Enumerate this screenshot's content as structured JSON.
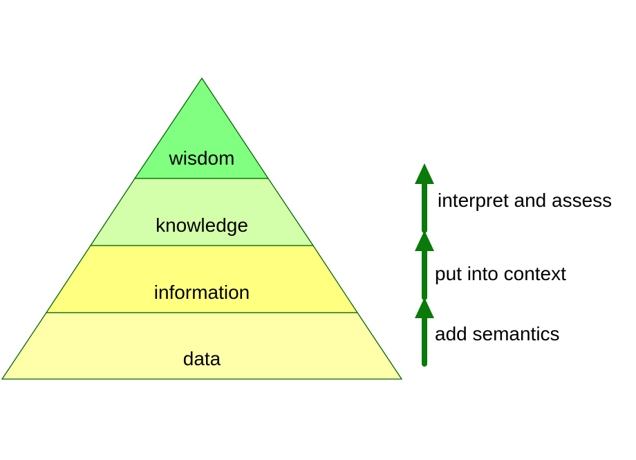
{
  "pyramid": {
    "layers": [
      {
        "label": "wisdom",
        "color": "#80ff80"
      },
      {
        "label": "knowledge",
        "color": "#d4ffaa"
      },
      {
        "label": "information",
        "color": "#ffff80"
      },
      {
        "label": "data",
        "color": "#ffffaa"
      }
    ],
    "outline_color": "#006600"
  },
  "steps": {
    "arrow_color": "#0a7a0a",
    "items": [
      {
        "label": "add semantics"
      },
      {
        "label": "put into context"
      },
      {
        "label": "interpret and assess"
      }
    ]
  }
}
